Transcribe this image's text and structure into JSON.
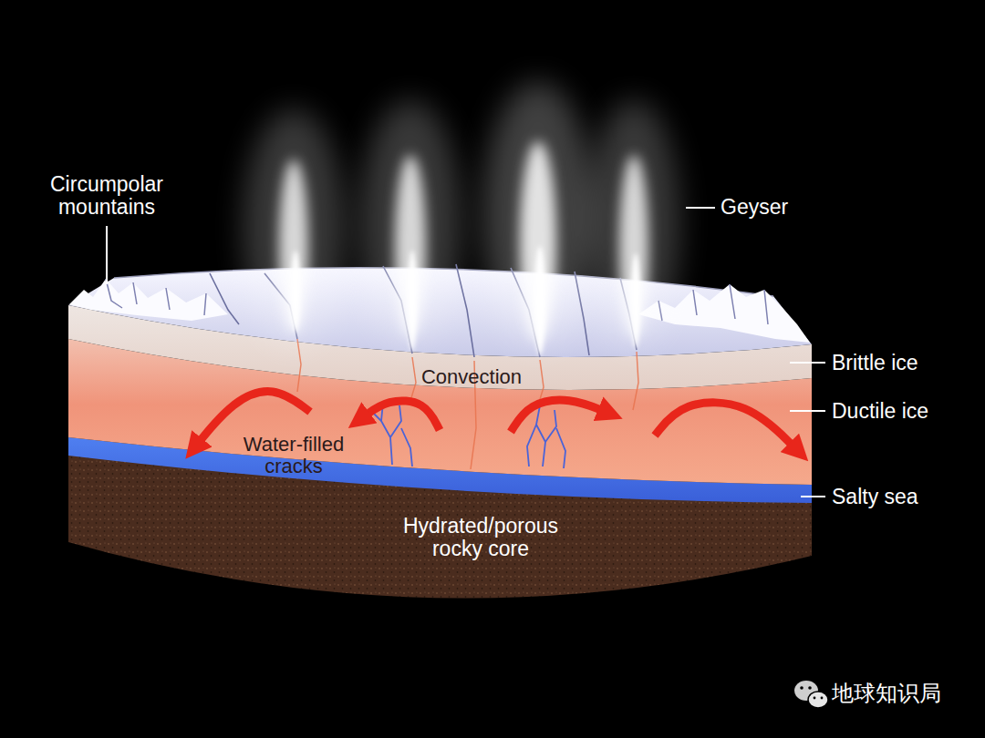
{
  "diagram": {
    "labels": [
      "Circumpolar mountains",
      "Geyser",
      "Convection",
      "Brittle ice",
      "Ductile ice",
      "Water-filled cracks",
      "Salty sea",
      "Hydrated/porous rocky core",
      "地球知识局"
    ]
  }
}
